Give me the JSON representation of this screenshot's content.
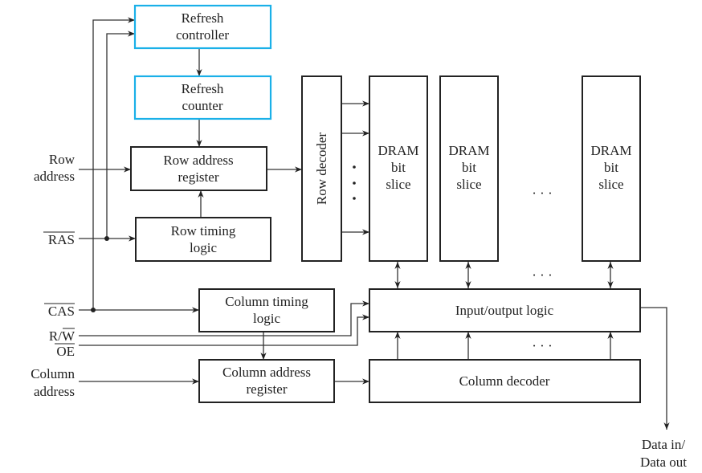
{
  "colors": {
    "refresh_blocks": "#1ab0e8",
    "lines": "#222222"
  },
  "blocks": {
    "refresh_controller": [
      "Refresh",
      "controller"
    ],
    "refresh_counter": [
      "Refresh",
      "counter"
    ],
    "row_address_register": [
      "Row address",
      "register"
    ],
    "row_timing_logic": [
      "Row timing",
      "logic"
    ],
    "row_decoder": "Row decoder",
    "dram_slice": [
      "DRAM",
      "bit",
      "slice"
    ],
    "io_logic": "Input/output logic",
    "column_decoder": "Column decoder",
    "column_timing_logic": [
      "Column timing",
      "logic"
    ],
    "column_address_register": [
      "Column address",
      "register"
    ]
  },
  "signals": {
    "row_address": [
      "Row",
      "address"
    ],
    "ras": "RAS",
    "cas": "CAS",
    "rw": [
      "R/",
      "W"
    ],
    "oe": "OE",
    "column_address": [
      "Column",
      "address"
    ],
    "data": [
      "Data in/",
      "Data out"
    ]
  },
  "ellipsis": "· · ·"
}
